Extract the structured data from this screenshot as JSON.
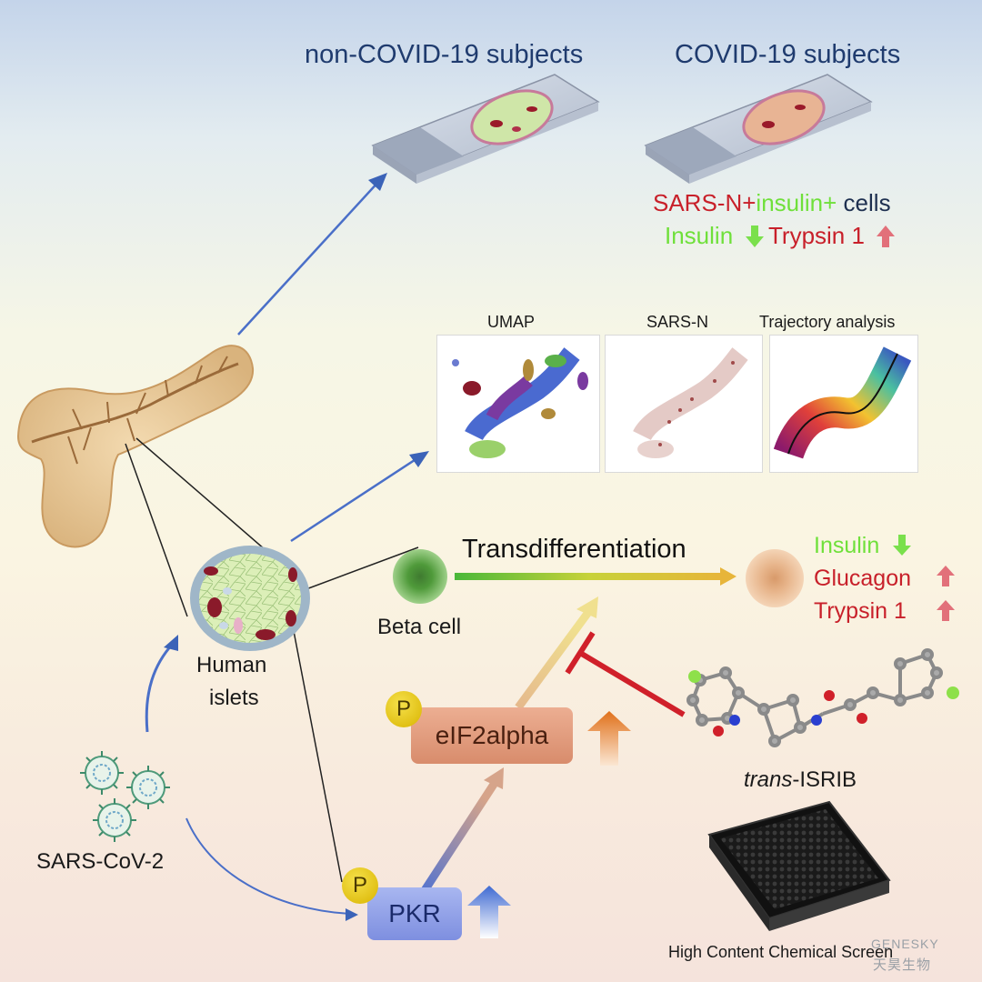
{
  "headers": {
    "non_covid": "non-COVID-19 subjects",
    "covid": "COVID-19 subjects"
  },
  "covid_findings": {
    "line1_part1": "SARS-N+",
    "line1_part2": "insulin+",
    "line1_part3": " cells",
    "insulin": "Insulin",
    "trypsin": "Trypsin 1"
  },
  "panels": {
    "umap": "UMAP",
    "sars_n": "SARS-N",
    "trajectory": "Trajectory analysis"
  },
  "transdiff": {
    "title": "Transdifferentiation",
    "beta_cell": "Beta cell",
    "insulin": "Insulin",
    "glucagon": "Glucagon",
    "trypsin": "Trypsin 1"
  },
  "islets": {
    "line1": "Human",
    "line2": "islets"
  },
  "virus": "SARS-CoV-2",
  "eif": {
    "p": "P",
    "label": "eIF2alpha"
  },
  "pkr": {
    "p": "P",
    "label": "PKR"
  },
  "drug": {
    "italic": "trans",
    "rest": "-ISRIB"
  },
  "screen": "High Content Chemical Screen",
  "watermark": {
    "line1": "GENESKY",
    "line2": "天昊生物"
  },
  "colors": {
    "red": "#c8202a",
    "green": "#6fe03a",
    "blue_arrow": "#3b63b8",
    "title_blue": "#1f3b6e"
  }
}
